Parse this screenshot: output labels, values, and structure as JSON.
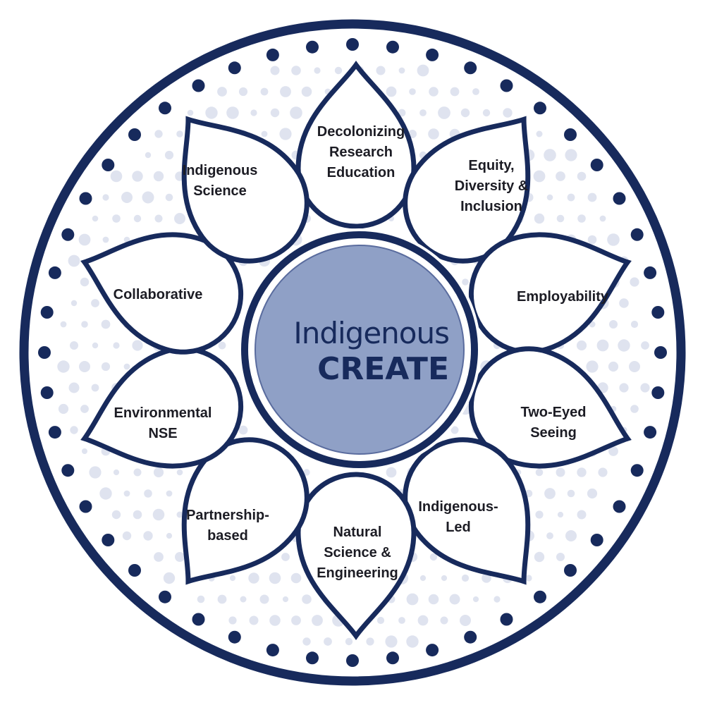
{
  "title": {
    "line1": "Indigenous",
    "line2": "CREATE"
  },
  "petals": [
    {
      "lines": [
        "Decolonizing",
        "Research",
        "Education"
      ]
    },
    {
      "lines": [
        "Equity,",
        "Diversity &",
        "Inclusion"
      ]
    },
    {
      "lines": [
        "Employability"
      ]
    },
    {
      "lines": [
        "Two-Eyed",
        "Seeing"
      ]
    },
    {
      "lines": [
        "Indigenous-",
        "Led"
      ]
    },
    {
      "lines": [
        "Natural",
        "Science &",
        "Engineering"
      ]
    },
    {
      "lines": [
        "Partnership-",
        "based"
      ]
    },
    {
      "lines": [
        "Environmental",
        "NSE"
      ]
    },
    {
      "lines": [
        "Collaborative"
      ]
    },
    {
      "lines": [
        "Indigenous",
        "Science"
      ]
    }
  ],
  "colors": {
    "navy": "#172a5c",
    "center_fill": "#8fa0c6",
    "light_dot": "#dfe3ef"
  }
}
